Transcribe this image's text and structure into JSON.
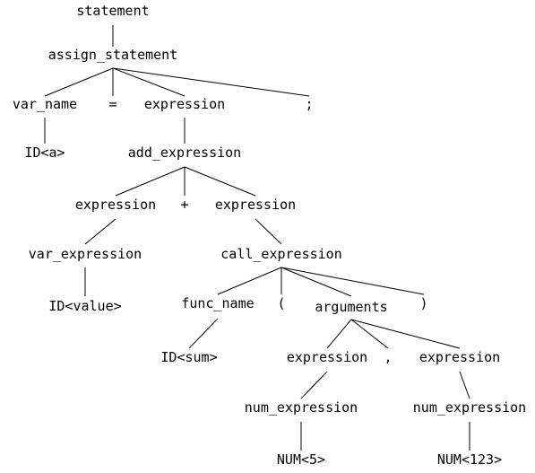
{
  "tree": {
    "nodes": [
      {
        "id": "n1",
        "label": "statement"
      },
      {
        "id": "n2",
        "label": "assign_statement"
      },
      {
        "id": "n3",
        "label": "var_name"
      },
      {
        "id": "n4",
        "label": "="
      },
      {
        "id": "n5",
        "label": "expression"
      },
      {
        "id": "n6",
        "label": ";"
      },
      {
        "id": "n7",
        "label": "ID<a>"
      },
      {
        "id": "n8",
        "label": "add_expression"
      },
      {
        "id": "n9",
        "label": "expression"
      },
      {
        "id": "n10",
        "label": "+"
      },
      {
        "id": "n11",
        "label": "expression"
      },
      {
        "id": "n12",
        "label": "var_expression"
      },
      {
        "id": "n13",
        "label": "call_expression"
      },
      {
        "id": "n14",
        "label": "ID<value>"
      },
      {
        "id": "n15",
        "label": "func_name"
      },
      {
        "id": "n16",
        "label": "("
      },
      {
        "id": "n17",
        "label": "arguments"
      },
      {
        "id": "n18",
        "label": ")"
      },
      {
        "id": "n19",
        "label": "ID<sum>"
      },
      {
        "id": "n20",
        "label": "expression"
      },
      {
        "id": "n21",
        "label": ","
      },
      {
        "id": "n22",
        "label": "expression"
      },
      {
        "id": "n23",
        "label": "num_expression"
      },
      {
        "id": "n24",
        "label": "num_expression"
      },
      {
        "id": "n25",
        "label": "NUM<5>"
      },
      {
        "id": "n26",
        "label": "NUM<123>"
      }
    ],
    "edges": [
      [
        "n1",
        "n2"
      ],
      [
        "n2",
        "n3"
      ],
      [
        "n2",
        "n4"
      ],
      [
        "n2",
        "n5"
      ],
      [
        "n2",
        "n6"
      ],
      [
        "n3",
        "n7"
      ],
      [
        "n5",
        "n8"
      ],
      [
        "n8",
        "n9"
      ],
      [
        "n8",
        "n10"
      ],
      [
        "n8",
        "n11"
      ],
      [
        "n9",
        "n12"
      ],
      [
        "n11",
        "n13"
      ],
      [
        "n12",
        "n14"
      ],
      [
        "n13",
        "n15"
      ],
      [
        "n13",
        "n16"
      ],
      [
        "n13",
        "n17"
      ],
      [
        "n13",
        "n18"
      ],
      [
        "n15",
        "n19"
      ],
      [
        "n17",
        "n20"
      ],
      [
        "n17",
        "n21"
      ],
      [
        "n17",
        "n22"
      ],
      [
        "n20",
        "n23"
      ],
      [
        "n22",
        "n24"
      ],
      [
        "n23",
        "n25"
      ],
      [
        "n24",
        "n26"
      ]
    ]
  }
}
